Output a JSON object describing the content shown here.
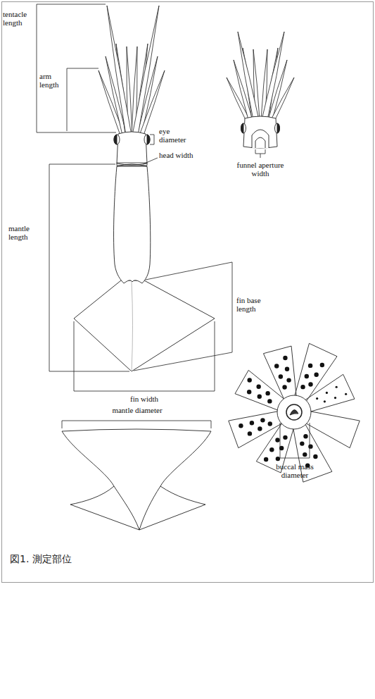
{
  "diagram": {
    "caption": "図1. 測定部位",
    "labels": [
      "tentacle length",
      "arm length",
      "eye diameter",
      "head width",
      "funnel aperture width",
      "mantle length",
      "fin base length",
      "fin width",
      "mantle diameter",
      "buccal mass diameter"
    ]
  }
}
